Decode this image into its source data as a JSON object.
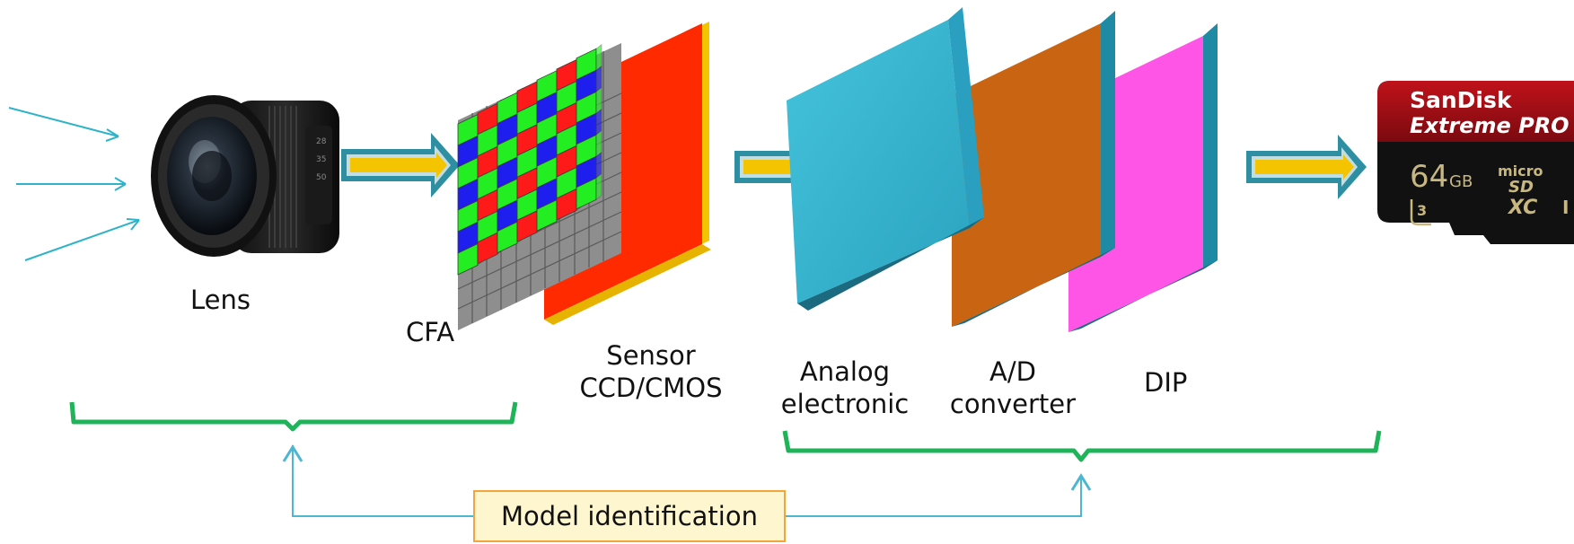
{
  "labels": {
    "lens": "Lens",
    "cfa": "CFA",
    "sensor_line1": "Sensor",
    "sensor_line2": "CCD/CMOS",
    "analog_line1": "Analog",
    "analog_line2": "electronic",
    "ad_line1": "A/D",
    "ad_line2": "converter",
    "dip": "DIP",
    "model": "Model identification"
  },
  "sd_card": {
    "brand": "SanDisk",
    "line": "Extreme PRO",
    "capacity": "64",
    "unit": "GB",
    "class": "3",
    "micro": "micro",
    "sd": "SD",
    "xc": "XC",
    "roman": "I"
  },
  "colors": {
    "light_rays": "#2eb3c9",
    "arrow_fill": "#f5c400",
    "arrow_border": "#2e8fa3",
    "bracket": "#1fb35a",
    "feedback_line": "#4db7d2",
    "cfa_red": "#ff1a1a",
    "cfa_green": "#22ee22",
    "cfa_blue": "#1e1eee",
    "sensor": "#ff2a00",
    "sensor_edge": "#f5c400",
    "analog": "#3ab4cf",
    "ad": "#c86412",
    "dip": "#ff55e6",
    "slab_edge": "#1f6f86",
    "model_box_fill": "#fdf6cf",
    "model_box_border": "#f3a43b"
  }
}
